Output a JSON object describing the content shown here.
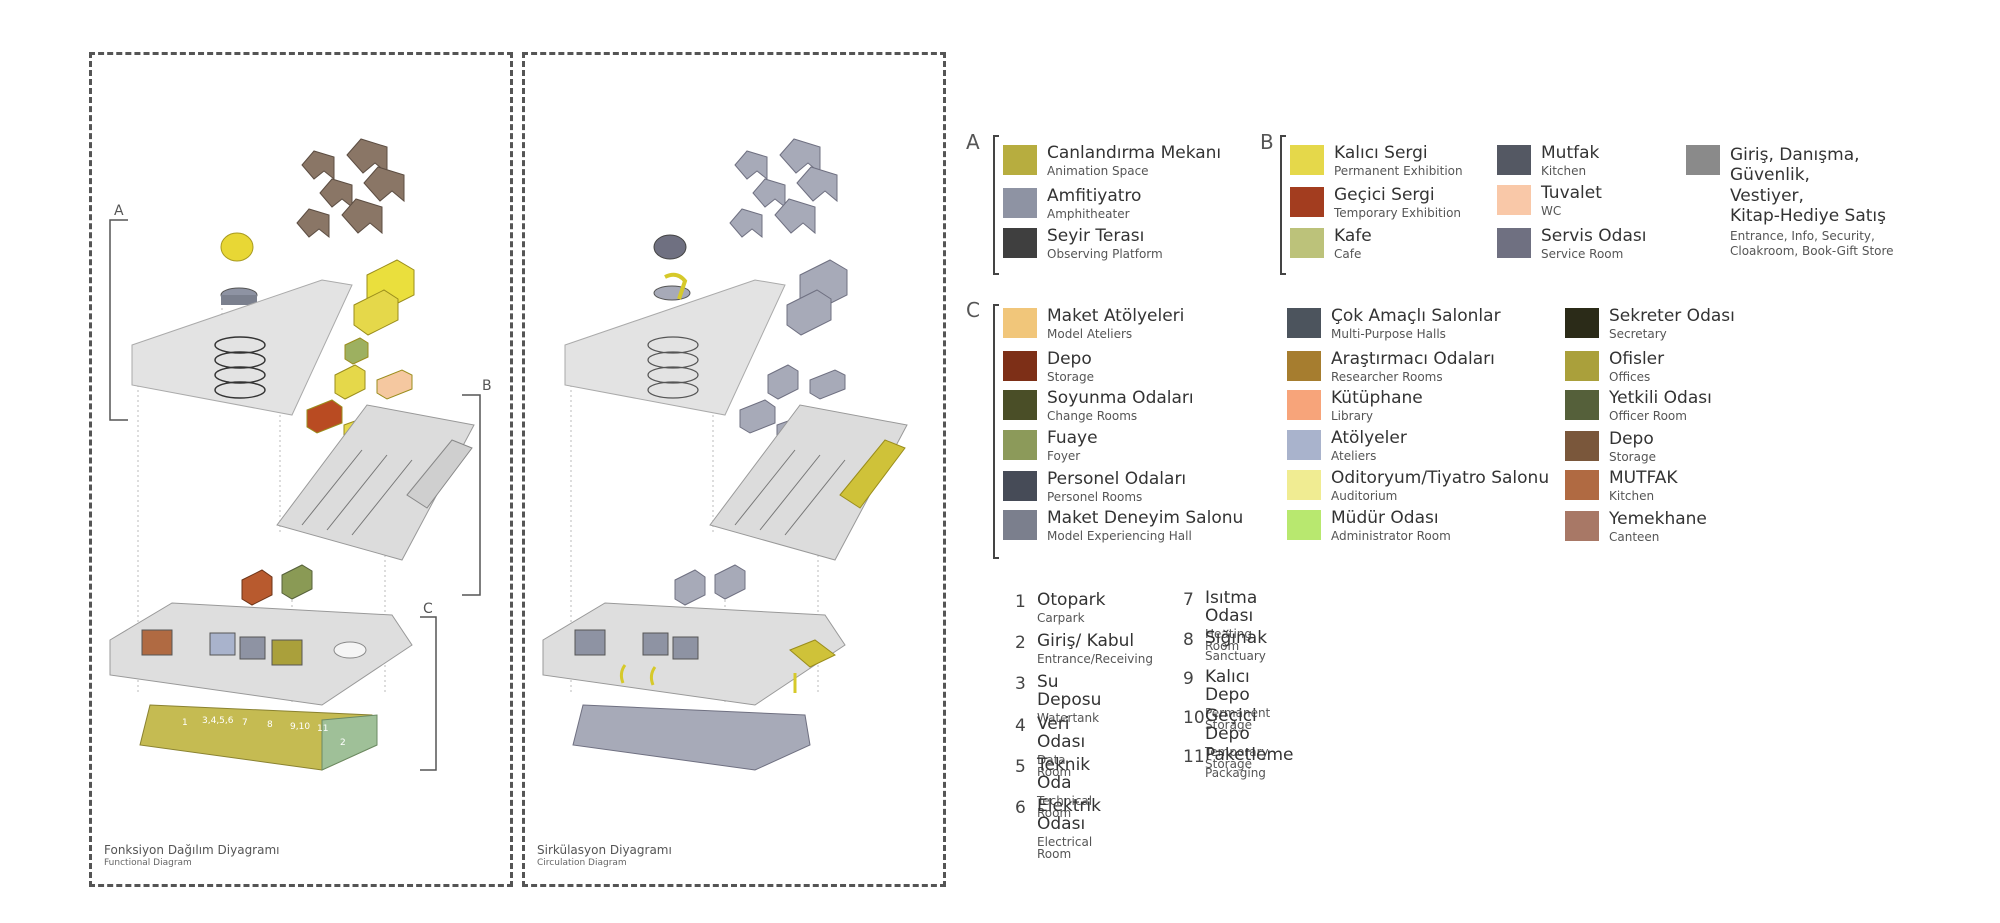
{
  "panels": {
    "functional": {
      "title_tr": "Fonksiyon Dağılım Diyagramı",
      "title_en": "Functional Diagram"
    },
    "circulation": {
      "title_tr": "Sirkülasyon Diyagramı",
      "title_en": "Circulation Diagram"
    }
  },
  "diagram_labels": {
    "a": "A",
    "b": "B",
    "c": "C"
  },
  "basement_numbers": [
    "1",
    "3,4,5,6",
    "7",
    "8",
    "9,10",
    "11",
    "2"
  ],
  "legend": {
    "group_a": {
      "letter": "A",
      "items": [
        {
          "tr": "Canlandırma Mekanı",
          "en": "Animation Space",
          "color": "#b7ad3f"
        },
        {
          "tr": "Amfitiyatro",
          "en": "Amphitheater",
          "color": "#8e93a3"
        },
        {
          "tr": "Seyir Terası",
          "en": "Observing Platform",
          "color": "#3f3f3f"
        }
      ]
    },
    "group_b": {
      "letter": "B",
      "items": [
        {
          "tr": "Kalıcı Sergi",
          "en": "Permanent Exhibition",
          "color": "#e5d84a"
        },
        {
          "tr": "Geçici Sergi",
          "en": "Temporary Exhibition",
          "color": "#a33d1f"
        },
        {
          "tr": "Kafe",
          "en": "Cafe",
          "color": "#bcc27a"
        },
        {
          "tr": "Mutfak",
          "en": "Kitchen",
          "color": "#545863"
        },
        {
          "tr": "Tuvalet",
          "en": "WC",
          "color": "#f9c8a8"
        },
        {
          "tr": "Servis Odası",
          "en": "Service Room",
          "color": "#6f7081"
        },
        {
          "tr": "Giriş, Danışma,\nGüvenlik,\nVestiyer,\nKitap-Hediye Satış",
          "en": "Entrance, Info, Security,\nCloakroom, Book-Gift Store",
          "color": "#8a8a8a"
        }
      ]
    },
    "group_c": {
      "letter": "C",
      "items": [
        {
          "tr": "Maket Atölyeleri",
          "en": "Model Ateliers",
          "color": "#f1c67a"
        },
        {
          "tr": "Depo",
          "en": "Storage",
          "color": "#7d2f17"
        },
        {
          "tr": "Soyunma Odaları",
          "en": "Change Rooms",
          "color": "#4a4e27"
        },
        {
          "tr": "Fuaye",
          "en": "Foyer",
          "color": "#8c9a5a"
        },
        {
          "tr": "Personel Odaları",
          "en": "Personel Rooms",
          "color": "#464b57"
        },
        {
          "tr": "Maket Deneyim Salonu",
          "en": "Model Experiencing Hall",
          "color": "#7b7f8d"
        },
        {
          "tr": "Çok Amaçlı Salonlar",
          "en": "Multi-Purpose Halls",
          "color": "#4c545d"
        },
        {
          "tr": "Araştırmacı Odaları",
          "en": "Researcher Rooms",
          "color": "#a67d2f"
        },
        {
          "tr": "Kütüphane",
          "en": "Library",
          "color": "#f7a47a"
        },
        {
          "tr": "Atölyeler",
          "en": "Ateliers",
          "color": "#a9b3cc"
        },
        {
          "tr": "Oditoryum/Tiyatro Salonu",
          "en": "Auditorium",
          "color": "#f0ec92"
        },
        {
          "tr": "Müdür Odası",
          "en": "Administrator Room",
          "color": "#b8e86f"
        },
        {
          "tr": "Sekreter Odası",
          "en": "Secretary",
          "color": "#2b2b18"
        },
        {
          "tr": "Ofisler",
          "en": "Offices",
          "color": "#aaa03b"
        },
        {
          "tr": "Yetkili Odası",
          "en": "Officer Room",
          "color": "#55603a"
        },
        {
          "tr": "Depo",
          "en": "Storage",
          "color": "#7a573b"
        },
        {
          "tr": "MUTFAK",
          "en": "Kitchen",
          "color": "#b06a42"
        },
        {
          "tr": "Yemekhane",
          "en": "Canteen",
          "color": "#a87866"
        }
      ]
    },
    "numbered": [
      {
        "n": "1",
        "tr": "Otopark",
        "en": "Carpark"
      },
      {
        "n": "2",
        "tr": "Giriş/ Kabul",
        "en": "Entrance/Receiving"
      },
      {
        "n": "3",
        "tr": "Su Deposu",
        "en": "Watertank"
      },
      {
        "n": "4",
        "tr": "Veri Odası",
        "en": "Data Room"
      },
      {
        "n": "5",
        "tr": "Teknik Oda",
        "en": "Technical Room"
      },
      {
        "n": "6",
        "tr": "Elektrik Odası",
        "en": "Electrical Room"
      },
      {
        "n": "7",
        "tr": "Isıtma Odası",
        "en": "Heating Room"
      },
      {
        "n": "8",
        "tr": "Sığınak",
        "en": "Sanctuary"
      },
      {
        "n": "9",
        "tr": "Kalıcı Depo",
        "en": "Permanent Storage"
      },
      {
        "n": "10",
        "tr": "Geçici Depo",
        "en": "Temporary Storage"
      },
      {
        "n": "11",
        "tr": "Paketleme",
        "en": "Packaging"
      }
    ]
  }
}
